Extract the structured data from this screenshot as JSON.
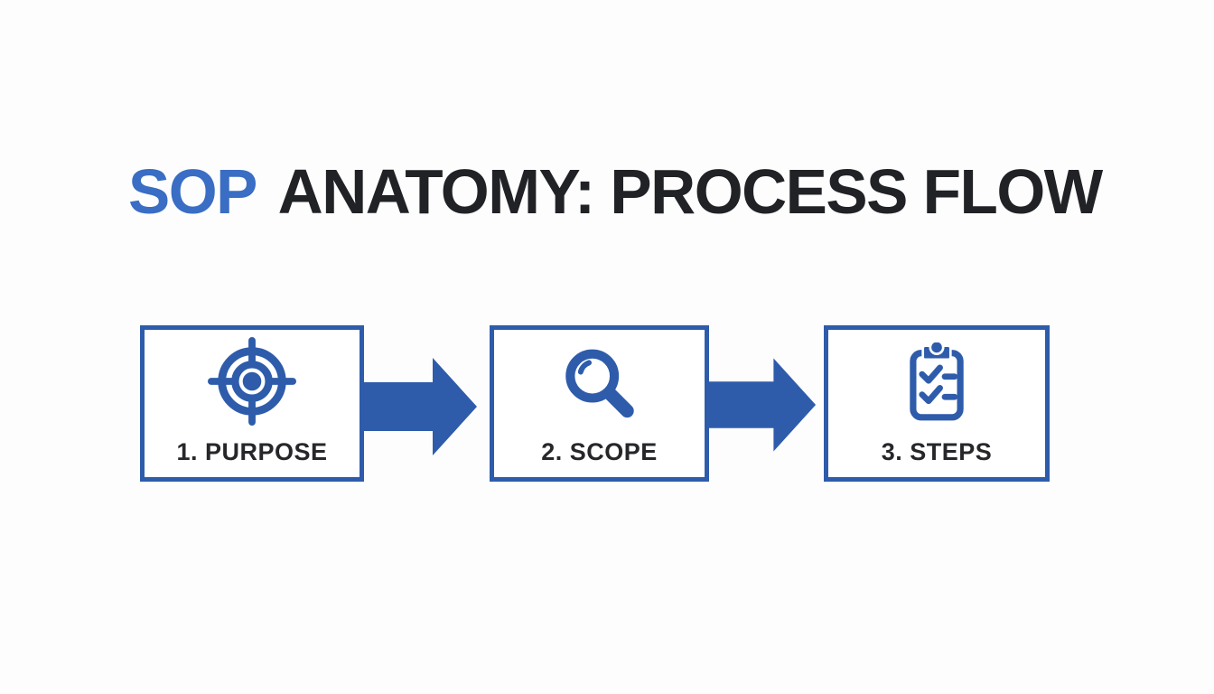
{
  "page": {
    "background_color": "#fdfdfd"
  },
  "title": {
    "highlight_text": "SOP",
    "main_text": "ANATOMY: PROCESS FLOW",
    "highlight_color": "#3a6dc4",
    "text_color": "#212226"
  },
  "process_flow": {
    "accent_color": "#2e5cab",
    "box_background": "#ffffff",
    "steps": [
      {
        "label": "1. PURPOSE",
        "icon": "target-icon"
      },
      {
        "label": "2. SCOPE",
        "icon": "magnifying-glass-icon"
      },
      {
        "label": "3. STEPS",
        "icon": "clipboard-checklist-icon"
      }
    ],
    "connectors": [
      {
        "icon": "arrow-right-icon"
      },
      {
        "icon": "arrow-right-icon"
      }
    ]
  }
}
